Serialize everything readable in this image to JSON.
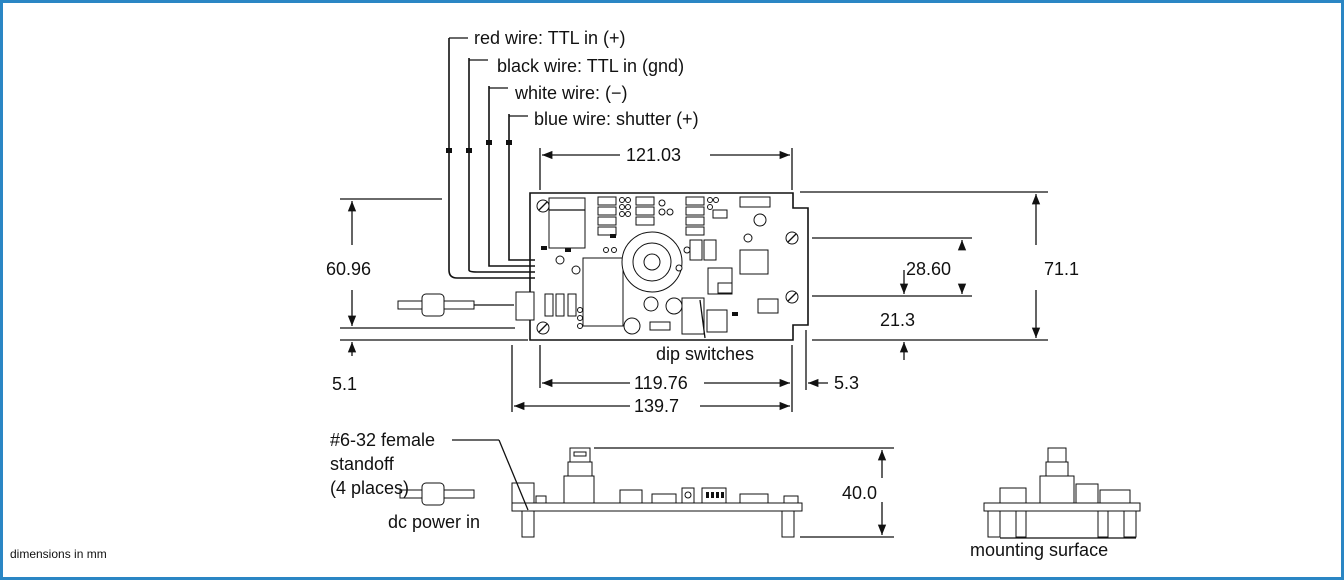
{
  "wires": {
    "red": "red wire: TTL in (+)",
    "black": "black wire: TTL in (gnd)",
    "white": "white wire: (−)",
    "blue": "blue wire: shutter (+)"
  },
  "dimensions": {
    "top_width": "121.03",
    "left_height": "60.96",
    "right_height": "71.1",
    "inner_height": "28.60",
    "lower_offset": "21.3",
    "bottom_offset": "5.1",
    "inner_width": "119.76",
    "right_margin": "5.3",
    "total_width": "139.7",
    "side_height": "40.0"
  },
  "labels": {
    "dip": "dip switches",
    "standoff_line1": "#6-32 female",
    "standoff_line2": "standoff",
    "standoff_line3": "(4 places)",
    "dc_power": "dc power in",
    "mounting": "mounting surface",
    "units": "dimensions in mm"
  },
  "colors": {
    "frame": "#2a86c4",
    "ink": "#111111"
  }
}
